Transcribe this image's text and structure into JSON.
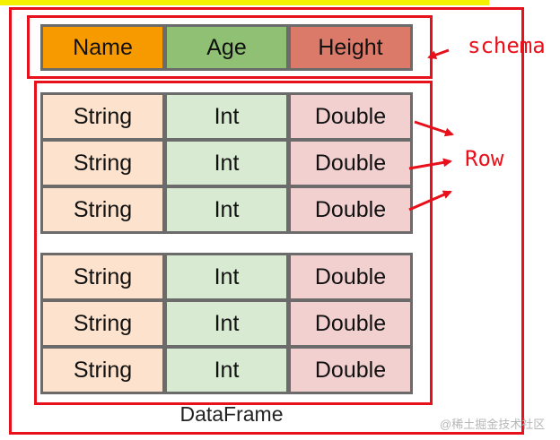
{
  "headers": [
    "Name",
    "Age",
    "Height"
  ],
  "rows": [
    [
      "String",
      "Int",
      "Double"
    ],
    [
      "String",
      "Int",
      "Double"
    ],
    [
      "String",
      "Int",
      "Double"
    ],
    [
      "String",
      "Int",
      "Double"
    ],
    [
      "String",
      "Int",
      "Double"
    ],
    [
      "String",
      "Int",
      "Double"
    ]
  ],
  "labels": {
    "schema": "schema",
    "row": "Row",
    "dataframe": "DataFrame"
  },
  "watermark": "@稀土掘金技术社区",
  "colors": {
    "annotation_red": "#e8101a",
    "name_header": "#f79a00",
    "age_header": "#8fc073",
    "height_header": "#db7a69",
    "string_cell": "#fde3cd",
    "int_cell": "#d8ead1",
    "double_cell": "#f3d0d0"
  }
}
